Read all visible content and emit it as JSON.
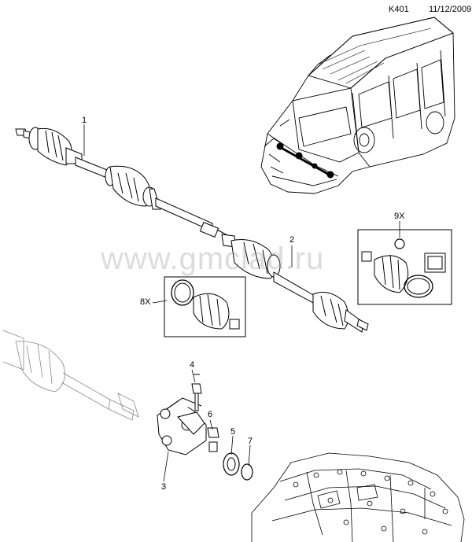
{
  "header": {
    "code": "K401",
    "date": "11/12/2009"
  },
  "callouts": {
    "c1": "1",
    "c2": "2",
    "c3": "3",
    "c4": "4",
    "c5": "5",
    "c6": "6",
    "c7": "7",
    "kit9": "9X",
    "kit8": "8X"
  },
  "watermark": "www.gmclad.ru",
  "colors": {
    "line": "#000000",
    "fill": "#ffffff",
    "watermark": "#969696"
  }
}
